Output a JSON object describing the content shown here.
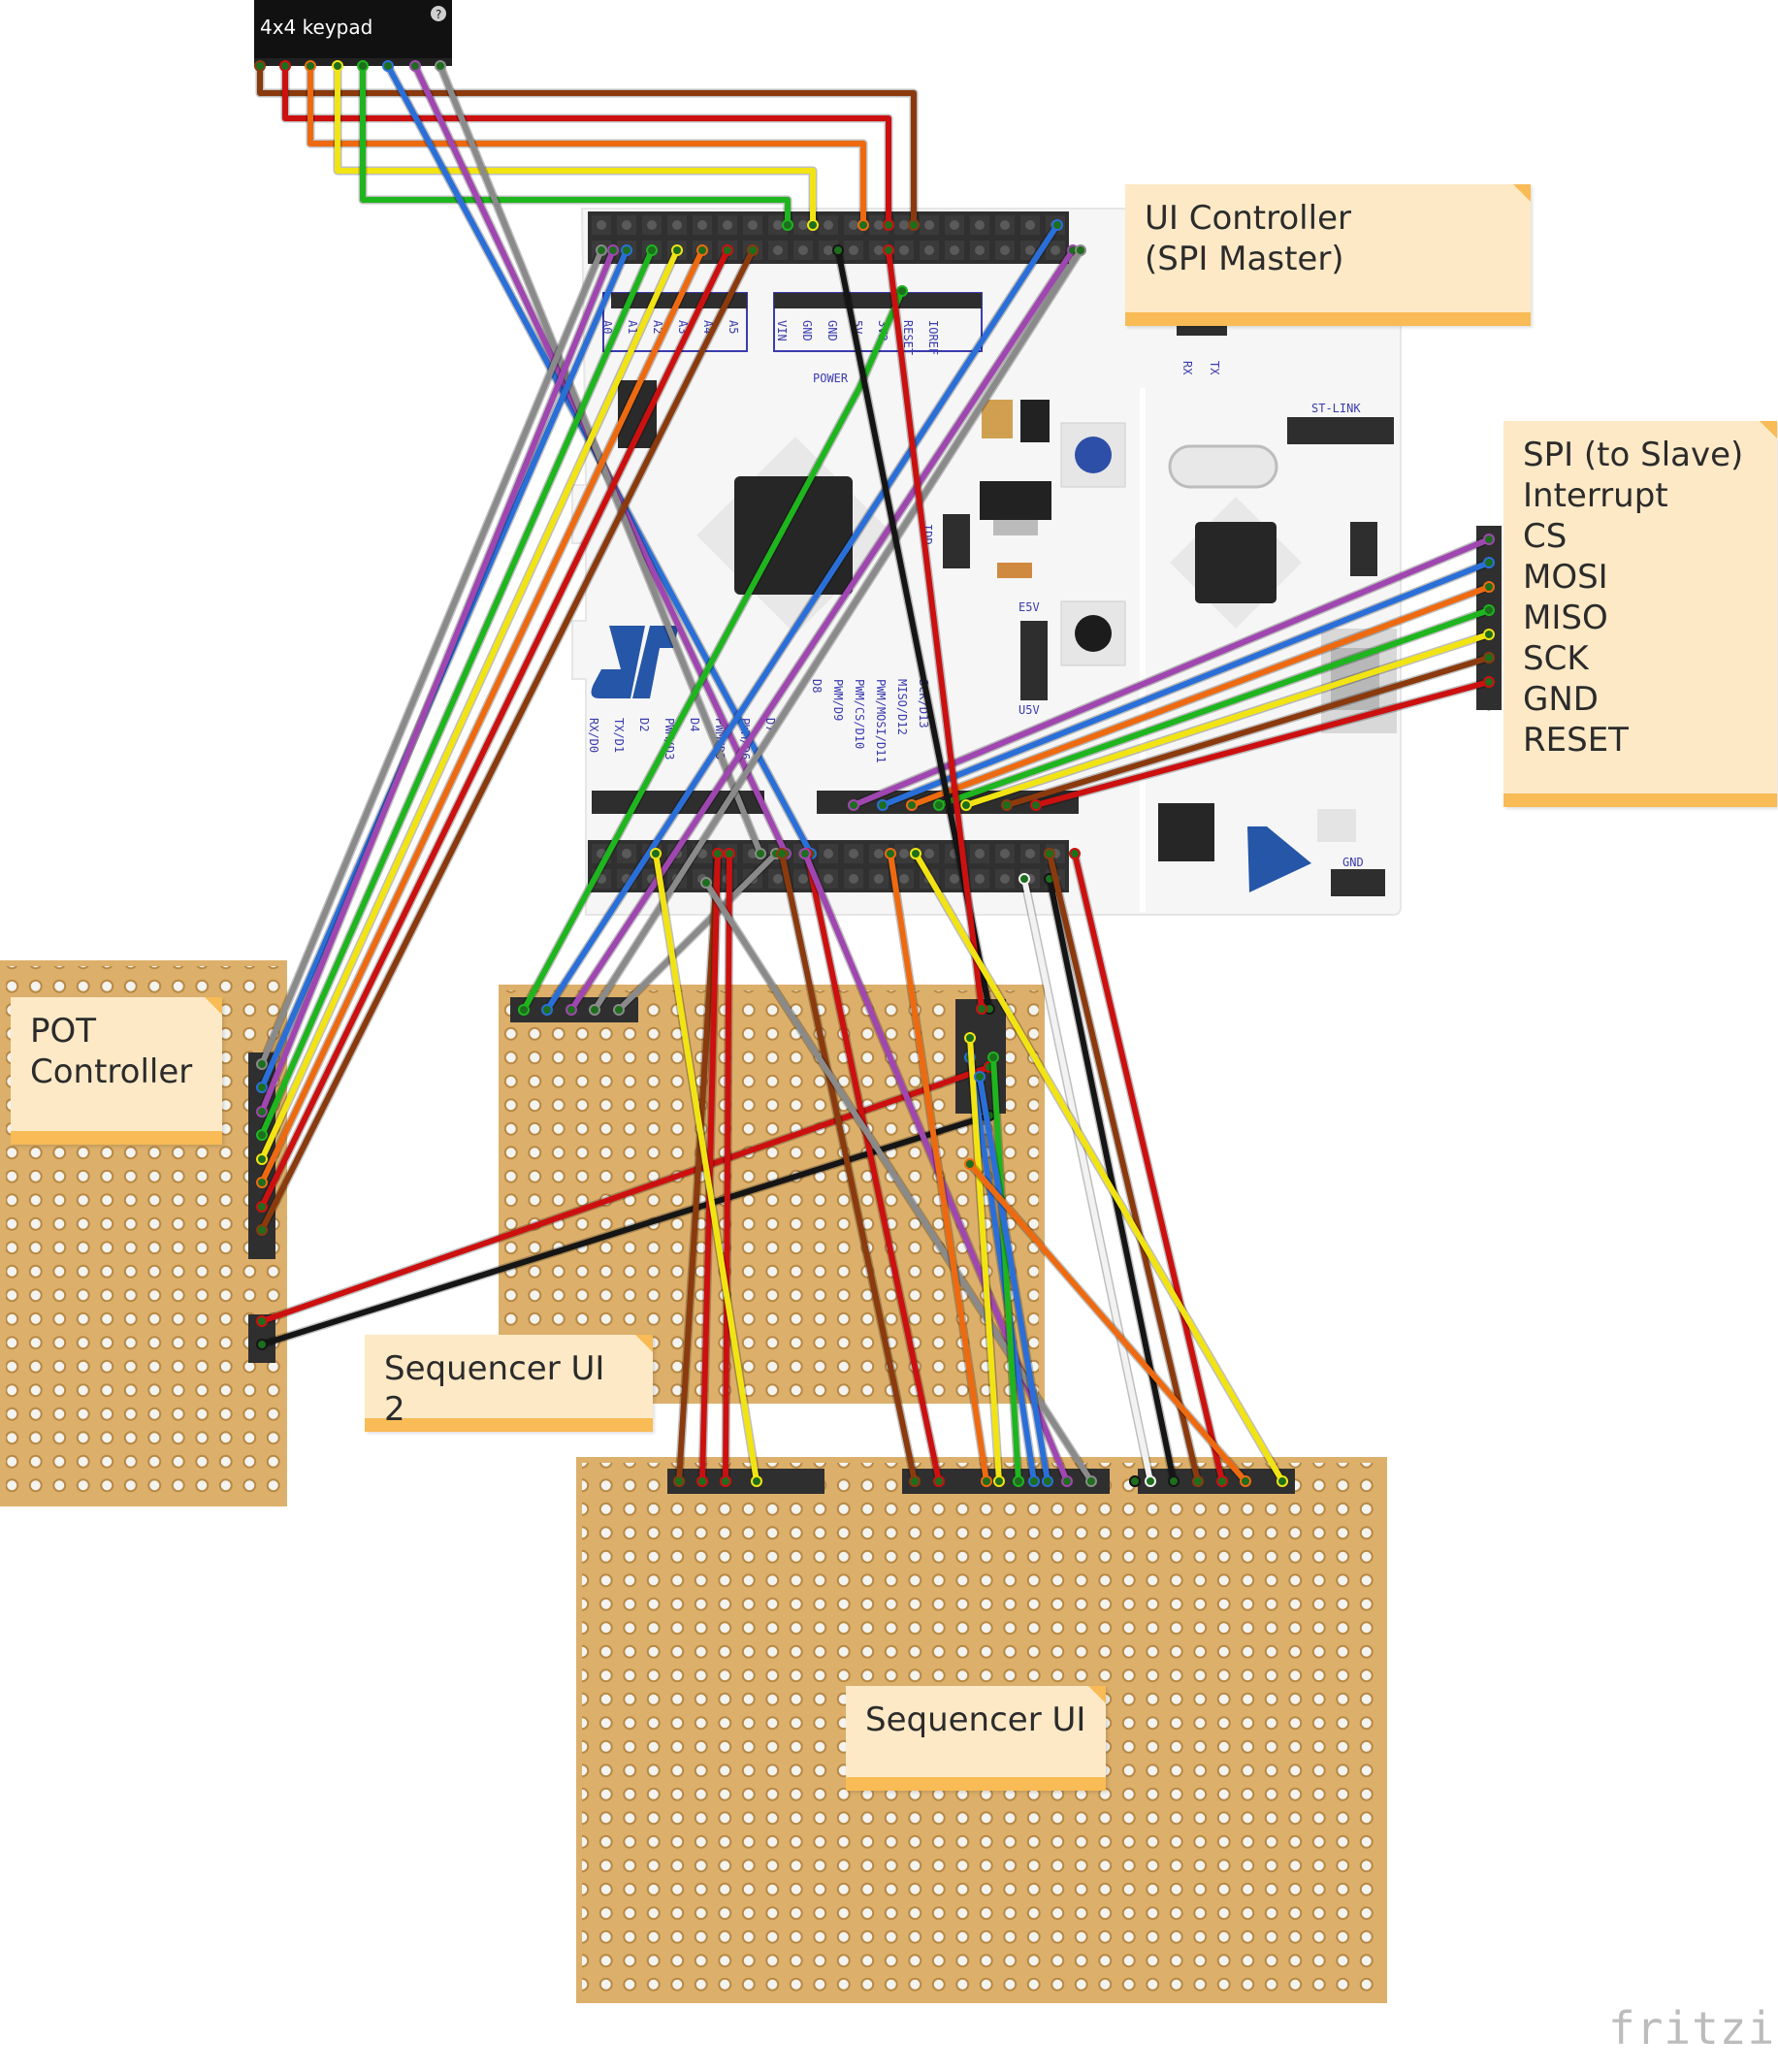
{
  "keypad": {
    "label": "4x4 keypad"
  },
  "notes": {
    "ui_controller": "UI Controller\n(SPI Master)",
    "spi_slave": "SPI (to Slave)\nInterrupt\nCS\nMOSI\nMISO\nSCK\nGND\nRESET",
    "pot_controller": "POT\nController",
    "sequencer_ui_2": "Sequencer UI 2",
    "sequencer_ui": "Sequencer UI"
  },
  "board_labels": {
    "st_link": "ST-LINK",
    "gnd": "GND",
    "power": "POWER",
    "rx": "RX",
    "tx": "TX",
    "v3": "3V3",
    "v5": "U5V",
    "e5v": "E5V",
    "idd": "IDD",
    "power_pins": [
      "VIN",
      "GND",
      "GND",
      "5V",
      "3V3",
      "RESET",
      "IOREF"
    ],
    "analog_pins": [
      "A5",
      "A4",
      "A3",
      "A2",
      "A1",
      "A0"
    ],
    "digital_pins_left": [
      "RX/D0",
      "TX/D1",
      "D2",
      "PWM/D3",
      "D4",
      "PWM/D5",
      "PWM/D6",
      "D7"
    ],
    "digital_pins_right": [
      "D8",
      "PWM/D9",
      "PWM/CS/D10",
      "PWM/MOSI/D11",
      "MISO/D12",
      "SCK/D13"
    ]
  },
  "brand": "fritzing",
  "colors": {
    "brown": "#8b3a0e",
    "red": "#cc1010",
    "orange": "#ee6a10",
    "yellow": "#f2e413",
    "green": "#1eb51e",
    "blue": "#2a6fd8",
    "purple": "#a046b0",
    "gray": "#8a8a8a",
    "black": "#151515",
    "white": "#f2f2f2",
    "board": "#f7f7f7",
    "perfboard": "#dcb06b",
    "note": "#fde9c6",
    "note_band": "#f8bb55"
  }
}
